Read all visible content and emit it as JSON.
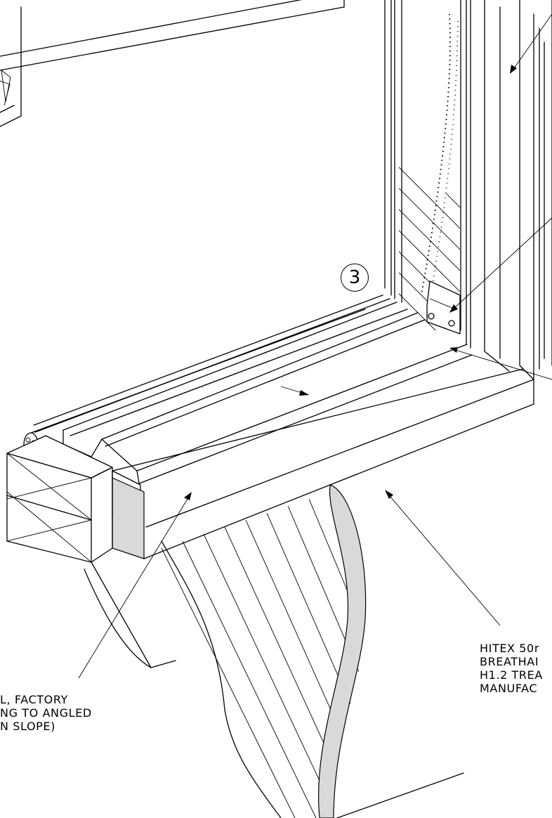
{
  "callout": {
    "number": "3"
  },
  "labels": {
    "right": [
      "HITEX 50r",
      "BREATHAI",
      "H1.2 TREA",
      "MANUFAC"
    ],
    "left": [
      "L, FACTORY",
      "NG TO ANGLED",
      "N SLOPE)"
    ]
  },
  "colors": {
    "line": "#000000",
    "fill_grey": "#d9d9d9",
    "background": "#ffffff"
  }
}
